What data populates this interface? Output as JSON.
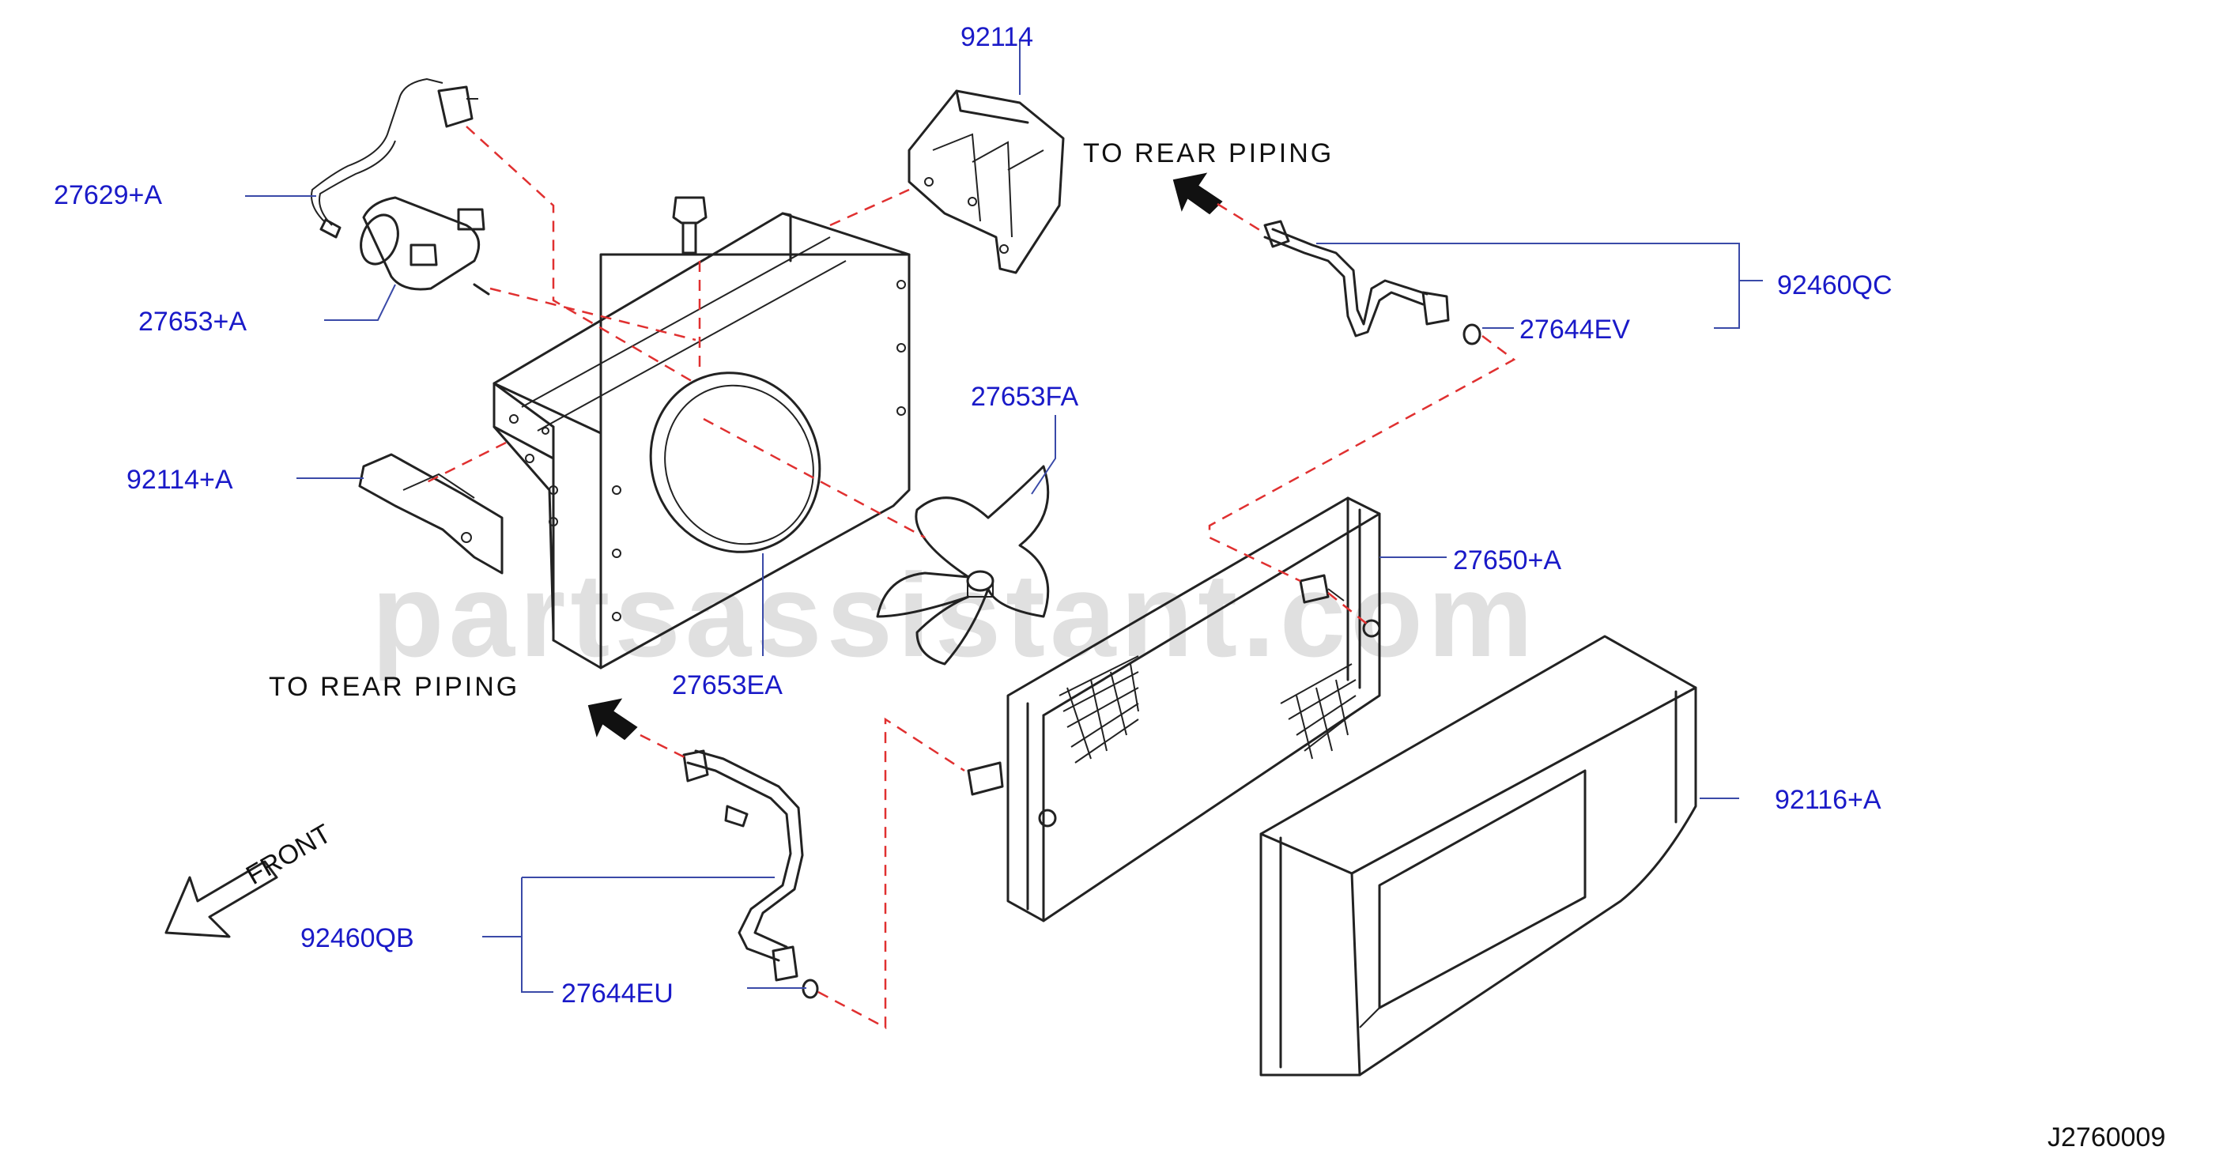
{
  "colors": {
    "callout": "#1a1ac8",
    "note": "#111111",
    "dashed_connector": "#e03030",
    "leader": "#3a4aa8",
    "linework": "#222222",
    "watermark": "#c8c8c8"
  },
  "parts": {
    "p92114": "92114",
    "p27629A": "27629+A",
    "p27653A": "27653+A",
    "p92114A": "92114+A",
    "p27653FA": "27653FA",
    "p27653EA": "27653EA",
    "p92460QC": "92460QC",
    "p27644EV": "27644EV",
    "p27650A": "27650+A",
    "p92116A": "92116+A",
    "p92460QB": "92460QB",
    "p27644EU": "27644EU"
  },
  "notes": {
    "to_rear_top": "TO  REAR  PIPING",
    "to_rear_left": "TO  REAR  PIPING",
    "front": "FRONT"
  },
  "diagram_code": "J2760009",
  "watermark": "partsassistant.com"
}
